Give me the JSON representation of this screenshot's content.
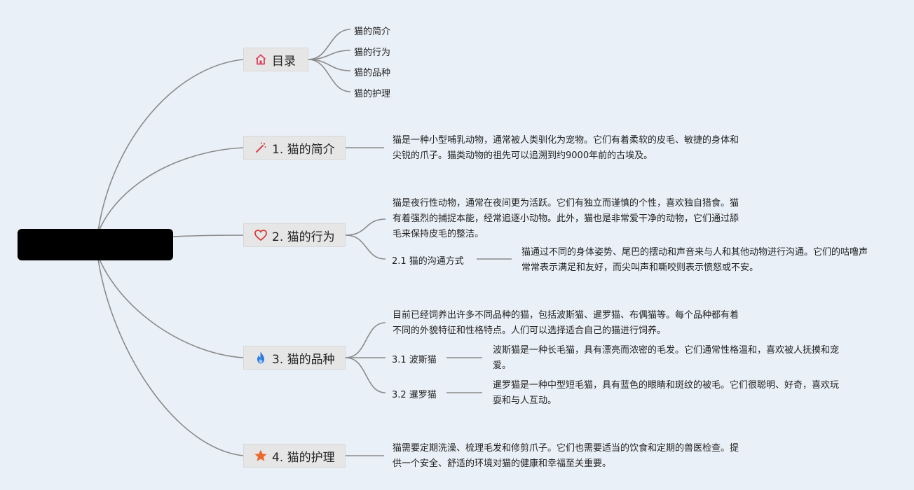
{
  "toc": {
    "title": "目录",
    "items": [
      "猫的简介",
      "猫的行为",
      "猫的品种",
      "猫的护理"
    ]
  },
  "sections": [
    {
      "title": "1. 猫的简介",
      "text": "猫是一种小型哺乳动物，通常被人类驯化为宠物。它们有着柔软的皮毛、敏捷的身体和尖锐的爪子。猫类动物的祖先可以追溯到约9000年前的古埃及。"
    },
    {
      "title": "2. 猫的行为",
      "text": "猫是夜行性动物，通常在夜间更为活跃。它们有独立而谨慎的个性，喜欢独自猎食。猫有着强烈的捕捉本能，经常追逐小动物。此外，猫也是非常爱干净的动物，它们通过舔毛来保持皮毛的整洁。",
      "sub": [
        {
          "title": "2.1 猫的沟通方式",
          "text": "猫通过不同的身体姿势、尾巴的摆动和声音来与人和其他动物进行沟通。它们的咕噜声常常表示满足和友好，而尖叫声和嘶咬则表示愤怒或不安。"
        }
      ]
    },
    {
      "title": "3. 猫的品种",
      "text": "目前已经饲养出许多不同品种的猫，包括波斯猫、暹罗猫、布偶猫等。每个品种都有着不同的外貌特征和性格特点。人们可以选择适合自己的猫进行饲养。",
      "sub": [
        {
          "title": "3.1 波斯猫",
          "text": "波斯猫是一种长毛猫，具有漂亮而浓密的毛发。它们通常性格温和，喜欢被人抚摸和宠爱。"
        },
        {
          "title": "3.2 暹罗猫",
          "text": "暹罗猫是一种中型短毛猫，具有蓝色的眼睛和斑纹的被毛。它们很聪明、好奇，喜欢玩耍和与人互动。"
        }
      ]
    },
    {
      "title": "4. 猫的护理",
      "text": "猫需要定期洗澡、梳理毛发和修剪爪子。它们也需要适当的饮食和定期的兽医检查。提供一个安全、舒适的环境对猫的健康和幸福至关重要。"
    }
  ],
  "icons": {
    "toc": "home-icon",
    "s1": "magic-wand-icon",
    "s2": "heart-icon",
    "s3": "fire-icon",
    "s4": "star-icon"
  },
  "colors": {
    "background": "#eaf0f7",
    "connector": "#8a8a8a",
    "node_fill": "#e6e6e6",
    "home": "#e0405e",
    "wand": "#d0464a",
    "heart": "#d93a3a",
    "fire": "#2f7be0",
    "star": "#ea6a2a"
  }
}
